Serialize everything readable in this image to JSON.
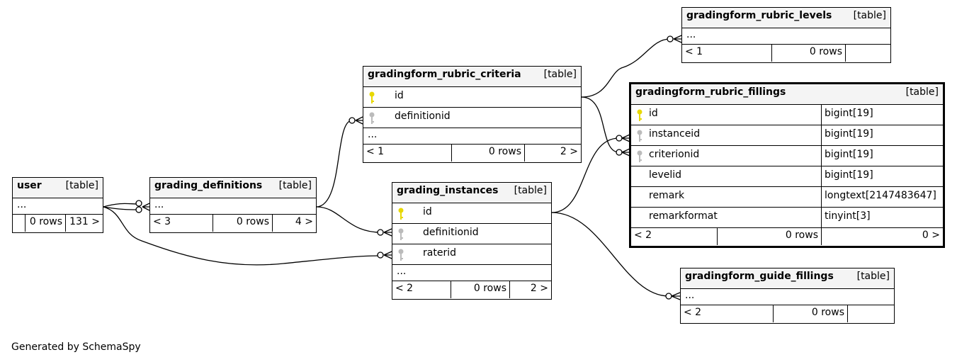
{
  "colors": {
    "primary_key": "#e8d800",
    "foreign_key": "#bbbbbb",
    "header_bg": "#f4f4f4"
  },
  "type_label": "[table]",
  "ellipsis": "...",
  "tables": {
    "user": {
      "name": "user",
      "footer": [
        "",
        "0 rows",
        "131 >"
      ]
    },
    "grading_definitions": {
      "name": "grading_definitions",
      "footer": [
        "< 3",
        "0 rows",
        "4 >"
      ]
    },
    "gradingform_rubric_criteria": {
      "name": "gradingform_rubric_criteria",
      "columns": [
        {
          "name": "id",
          "key": "primary"
        },
        {
          "name": "definitionid",
          "key": "foreign"
        }
      ],
      "footer": [
        "< 1",
        "0 rows",
        "2 >"
      ]
    },
    "grading_instances": {
      "name": "grading_instances",
      "columns": [
        {
          "name": "id",
          "key": "primary"
        },
        {
          "name": "definitionid",
          "key": "foreign"
        },
        {
          "name": "raterid",
          "key": "foreign"
        }
      ],
      "footer": [
        "< 2",
        "0 rows",
        "2 >"
      ]
    },
    "gradingform_rubric_levels": {
      "name": "gradingform_rubric_levels",
      "footer": [
        "< 1",
        "0 rows",
        ""
      ]
    },
    "gradingform_rubric_fillings": {
      "name": "gradingform_rubric_fillings",
      "columns": [
        {
          "name": "id",
          "type": "bigint[19]",
          "key": "primary"
        },
        {
          "name": "instanceid",
          "type": "bigint[19]",
          "key": "foreign"
        },
        {
          "name": "criterionid",
          "type": "bigint[19]",
          "key": "foreign"
        },
        {
          "name": "levelid",
          "type": "bigint[19]",
          "key": "none"
        },
        {
          "name": "remark",
          "type": "longtext[2147483647]",
          "key": "none"
        },
        {
          "name": "remarkformat",
          "type": "tinyint[3]",
          "key": "none"
        }
      ],
      "footer": [
        "< 2",
        "0 rows",
        "0 >"
      ]
    },
    "gradingform_guide_fillings": {
      "name": "gradingform_guide_fillings",
      "footer": [
        "< 2",
        "0 rows",
        ""
      ]
    }
  },
  "credit": "Generated by SchemaSpy"
}
